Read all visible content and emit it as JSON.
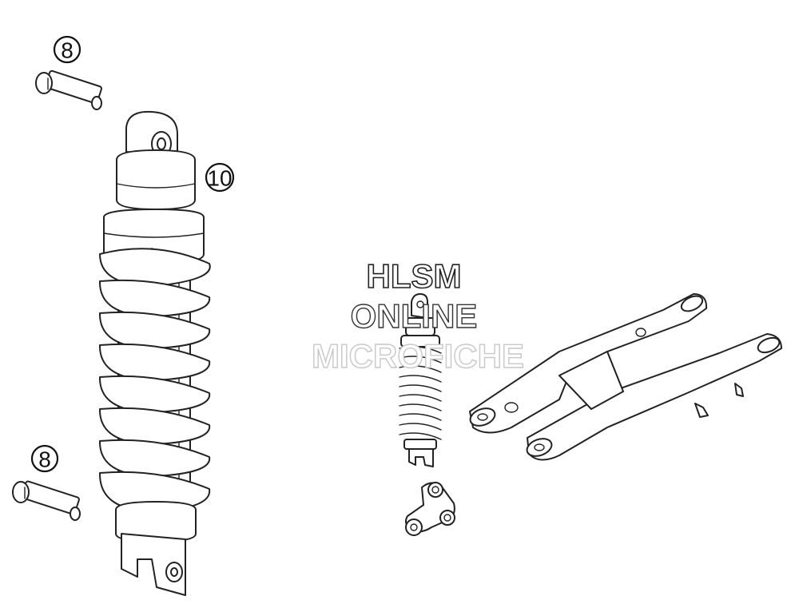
{
  "callouts": {
    "bolt_top": "8",
    "shock_absorber": "10",
    "bolt_bottom": "8"
  },
  "watermark": {
    "line1": "HLSM",
    "line2": "ONLINE",
    "line3": "MICROFICHE"
  },
  "colors": {
    "line": "#222222",
    "background": "#ffffff",
    "watermark_outline_dark": "#222222",
    "watermark_outline_light": "#c8c8c8"
  }
}
